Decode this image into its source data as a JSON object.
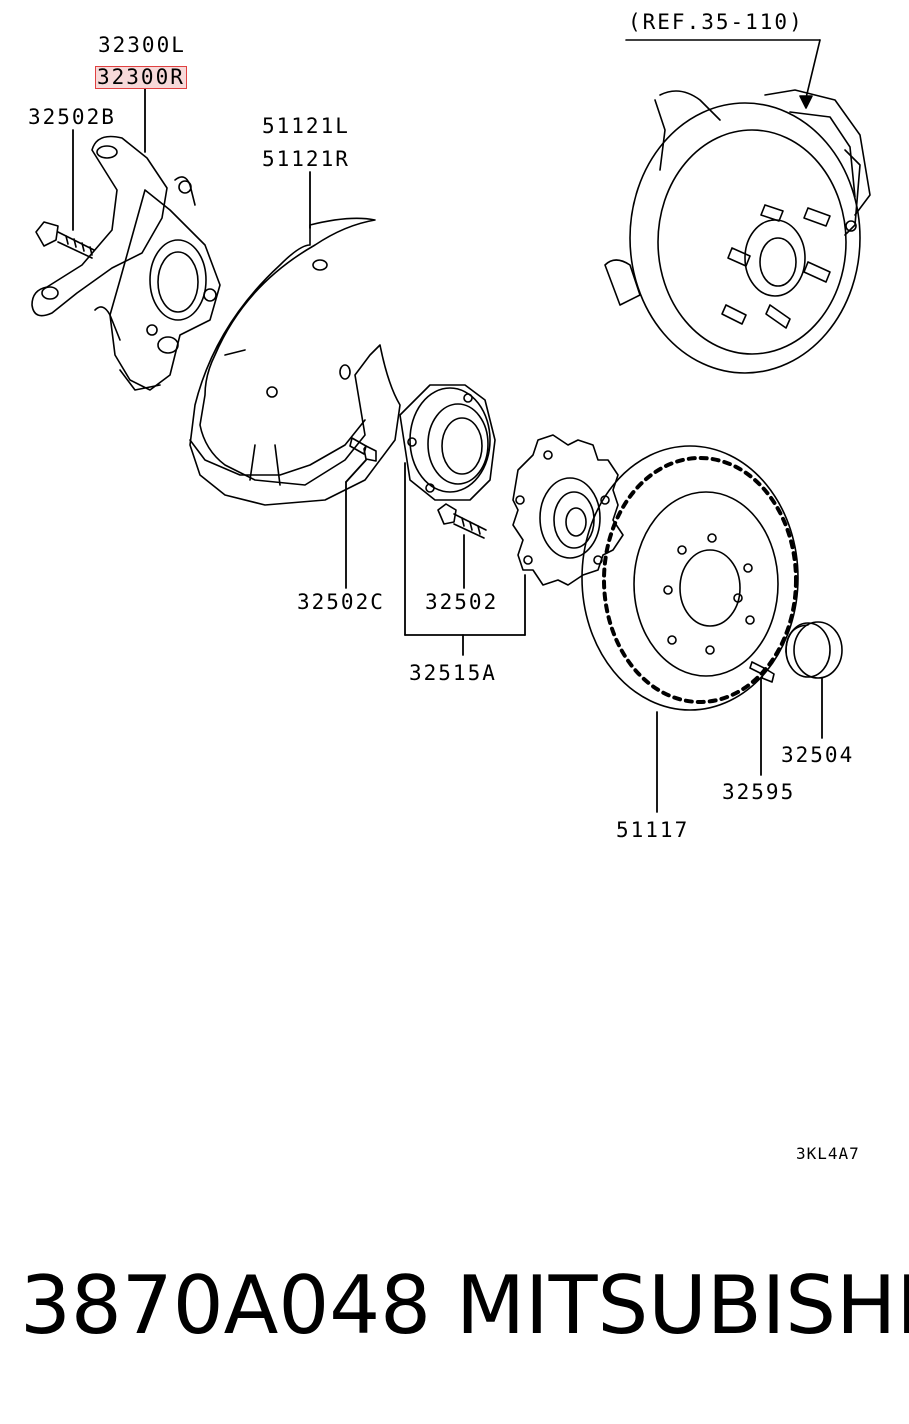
{
  "reference": "(REF.35-110)",
  "callouts": {
    "knuckle_left": "32300L",
    "knuckle_right": "32300R",
    "knuckle_bolt": "32502B",
    "dust_shield_left": "51121L",
    "dust_shield_right": "51121R",
    "shield_bolt": "32502C",
    "hub_bolt": "32502",
    "hub_assembly": "32515A",
    "rotor": "51117",
    "rotor_screw": "32595",
    "hub_cap": "32504"
  },
  "diagram_code": "3KL4A7",
  "footer": {
    "part_number": "3870A048",
    "brand": "MITSUBISHI"
  }
}
